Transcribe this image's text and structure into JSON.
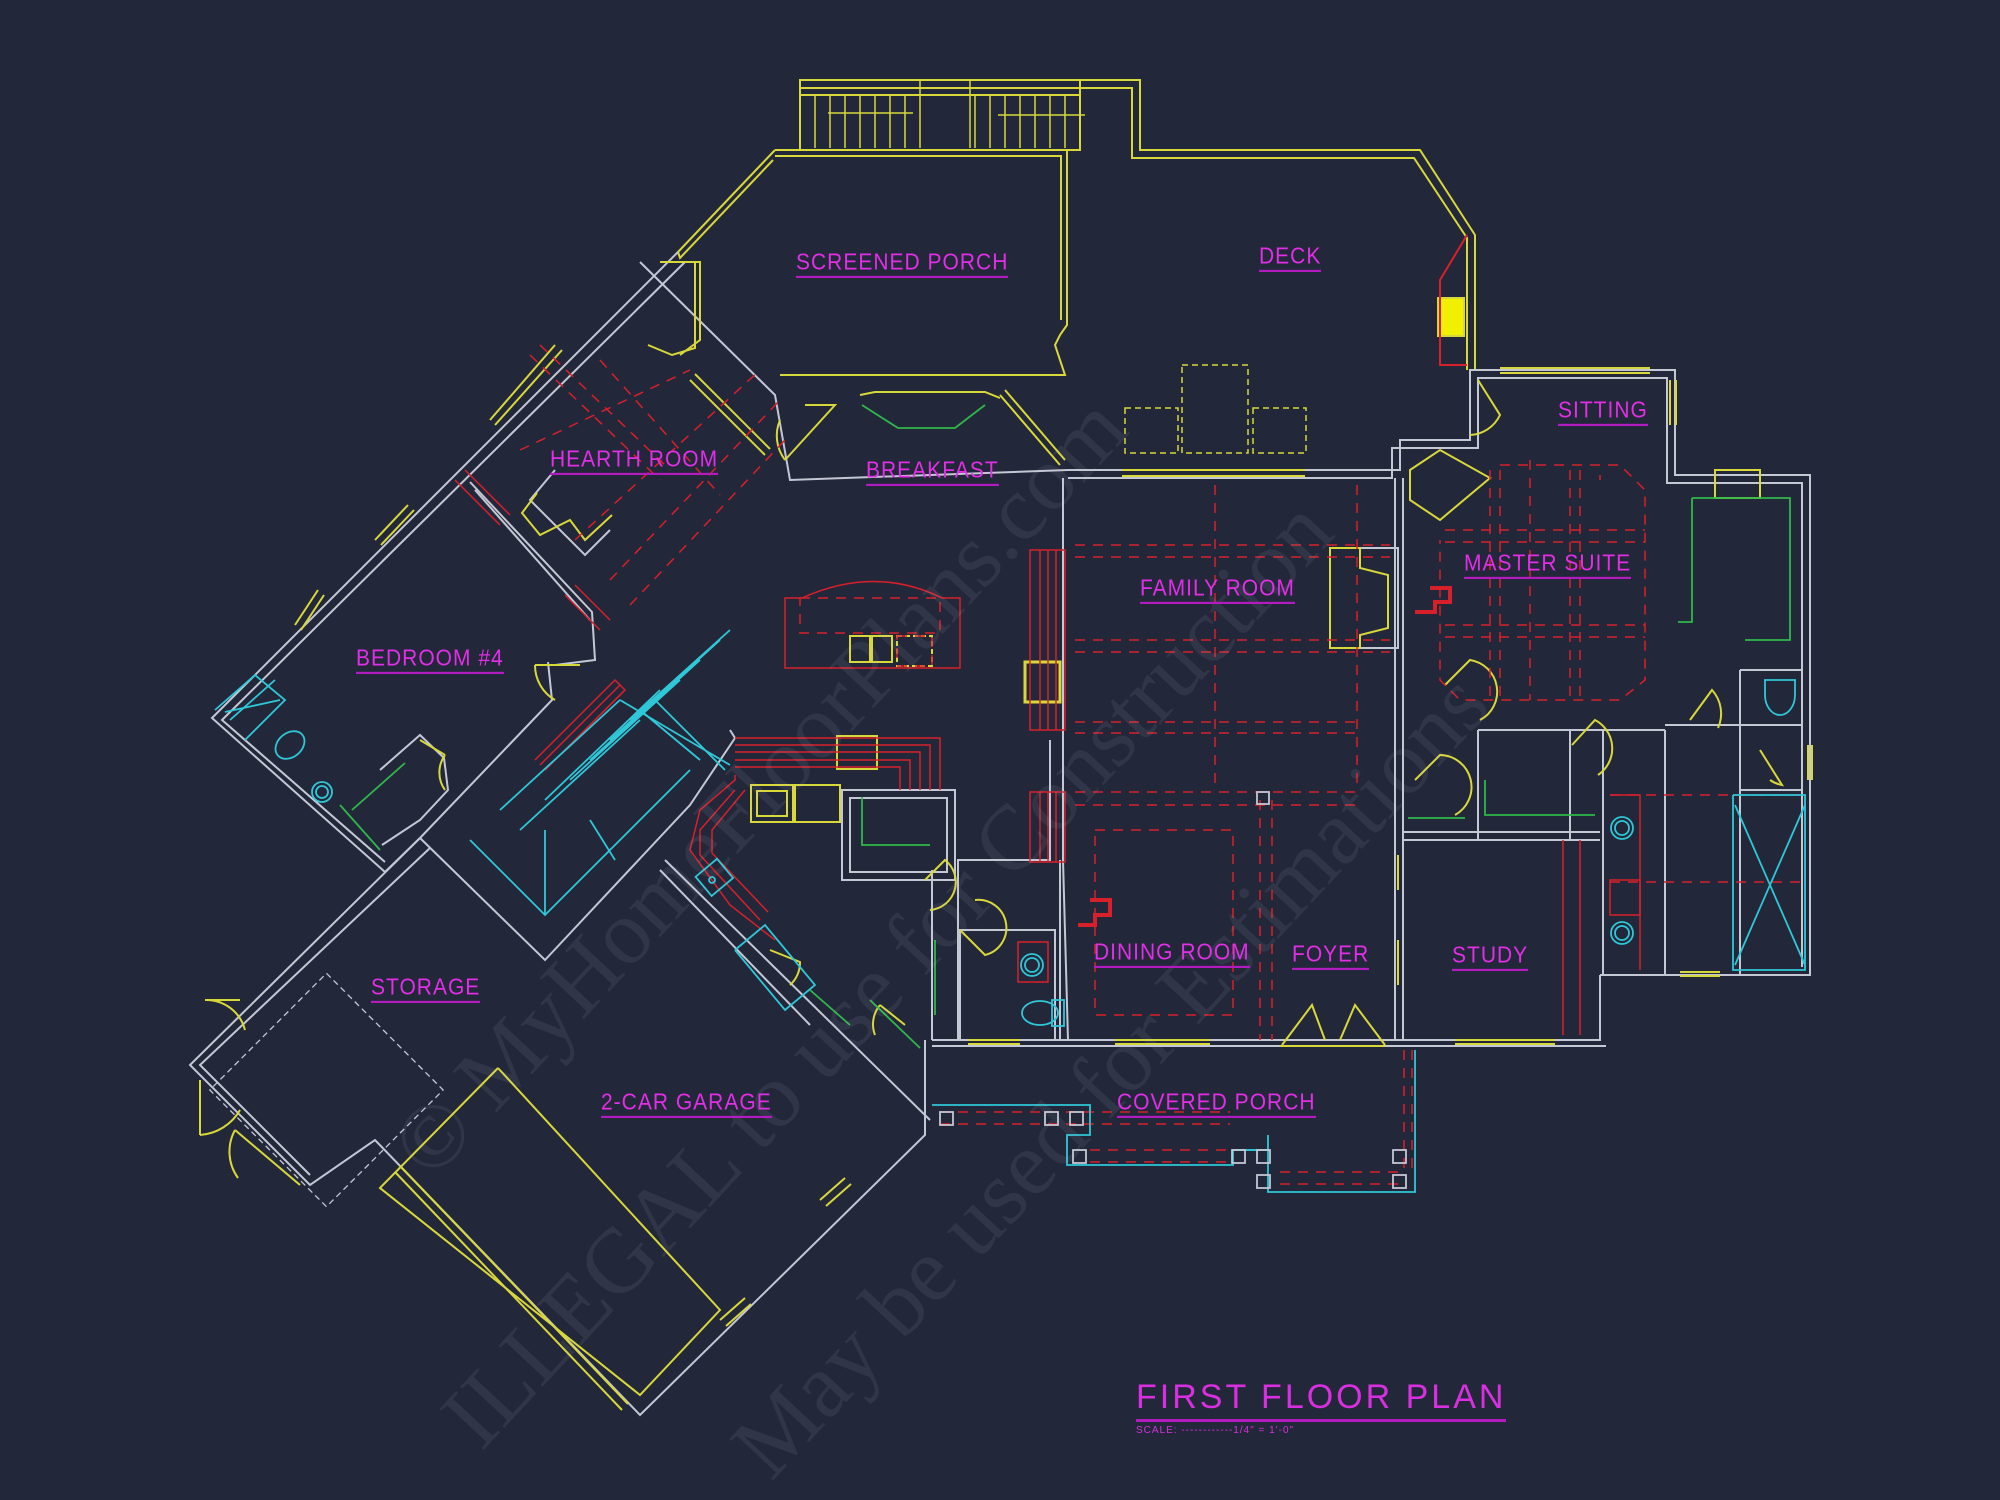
{
  "drawing": {
    "title": "FIRST FLOOR PLAN",
    "scale_text": "SCALE: ------------1/4\" = 1'-0\"",
    "background_color": "#23273a",
    "colors": {
      "walls": "#c4c7d4",
      "windows_doors": "#d8d83a",
      "hidden_dashed": "#d8202a",
      "fixtures": "#2fc8d8",
      "casework": "#2fb84a",
      "labels": "#e22ee6"
    }
  },
  "rooms": [
    {
      "id": "screened-porch",
      "label": "SCREENED PORCH"
    },
    {
      "id": "deck",
      "label": "DECK"
    },
    {
      "id": "sitting",
      "label": "SITTING"
    },
    {
      "id": "hearth-room",
      "label": "HEARTH ROOM"
    },
    {
      "id": "breakfast",
      "label": "BREAKFAST"
    },
    {
      "id": "master-suite",
      "label": "MASTER SUITE"
    },
    {
      "id": "family-room",
      "label": "FAMILY ROOM"
    },
    {
      "id": "bedroom-4",
      "label": "BEDROOM #4"
    },
    {
      "id": "storage",
      "label": "STORAGE"
    },
    {
      "id": "dining-room",
      "label": "DINING ROOM"
    },
    {
      "id": "foyer",
      "label": "FOYER"
    },
    {
      "id": "study",
      "label": "STUDY"
    },
    {
      "id": "covered-porch",
      "label": "COVERED PORCH"
    },
    {
      "id": "garage",
      "label": "2-CAR GARAGE"
    }
  ],
  "watermarks": [
    "© MyHomeFloorPlans.com",
    "ILLEGAL to use for Construction",
    "May be used for Estimations"
  ]
}
